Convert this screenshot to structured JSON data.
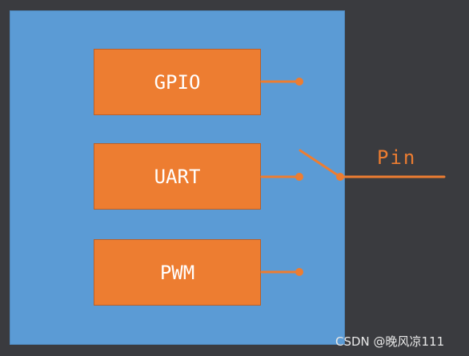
{
  "diagram": {
    "blocks": [
      {
        "id": "gpio",
        "label": "GPIO"
      },
      {
        "id": "uart",
        "label": "UART"
      },
      {
        "id": "pwm",
        "label": "PWM"
      }
    ],
    "switch": {
      "output_label": "Pin",
      "selected": "uart"
    },
    "colors": {
      "background": "#3a3b3f",
      "panel": "#5b9bd5",
      "block": "#ed7d31",
      "block_text": "#ffffff",
      "connector": "#ed7d31",
      "pin_text": "#ed7d31"
    }
  },
  "watermark": {
    "text": "CSDN @晚风凉111"
  }
}
